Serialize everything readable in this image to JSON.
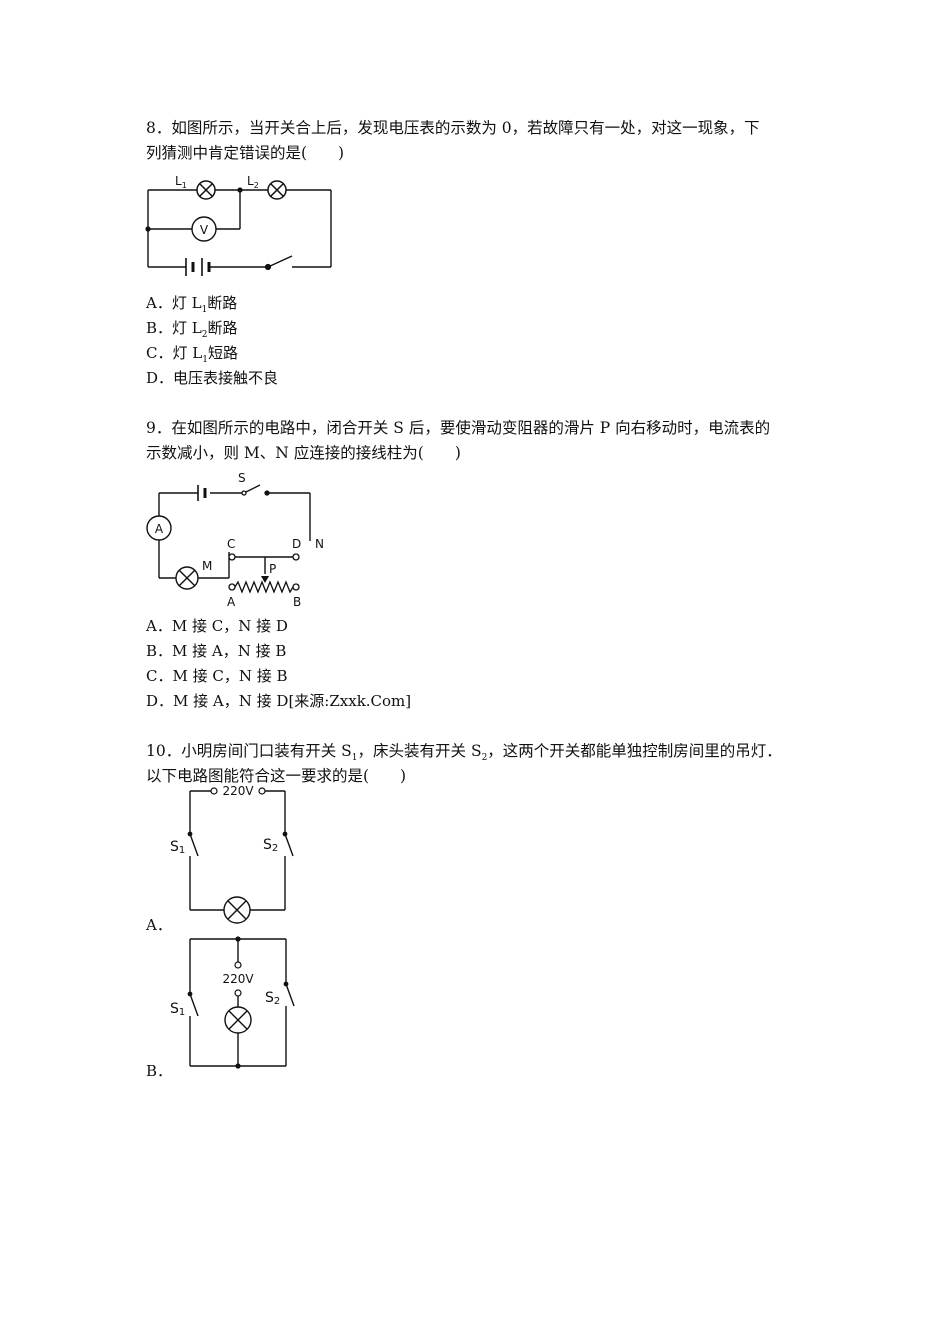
{
  "q8": {
    "line1": "8．如图所示，当开关合上后，发现电压表的示数为 0，若故障只有一处，对这一现象，下",
    "line2": "列猜测中肯定错误的是(　　)",
    "fig": {
      "l1": "L",
      "l1_sub": "1",
      "l2": "L",
      "l2_sub": "2",
      "v": "V"
    },
    "options": {
      "a_pre": "A．灯 L",
      "a_sub": "1",
      "a_post": "断路",
      "b_pre": "B．灯 L",
      "b_sub": "2",
      "b_post": "断路",
      "c_pre": "C．灯 L",
      "c_sub": "1",
      "c_post": "短路",
      "d": "D．电压表接触不良"
    }
  },
  "q9": {
    "line1": "9．在如图所示的电路中，闭合开关 S 后，要使滑动变阻器的滑片 P 向右移动时，电流表的",
    "line2": "示数减小，则 M、N 应连接的接线柱为(　　)",
    "fig": {
      "s": "S",
      "a_meter": "A",
      "m": "M",
      "n": "N",
      "c": "C",
      "d": "D",
      "p": "P",
      "a": "A",
      "b": "B"
    },
    "options": {
      "a": "A．M 接 C，N 接 D",
      "b": "B．M 接 A，N 接 B",
      "c": "C．M 接 C，N 接 B",
      "d": "D．M 接 A，N 接 D[来源:Zxxk.Com]"
    }
  },
  "q10": {
    "line1_pre": "10．小明房间门口装有开关 S",
    "line1_sub1": "1",
    "line1_mid": "，床头装有开关 S",
    "line1_sub2": "2",
    "line1_post": "，这两个开关都能单独控制房间里的吊灯．",
    "line2": "以下电路图能符合这一要求的是(　　)",
    "fig_a": {
      "voltage": "220V",
      "s1": "S",
      "s1_sub": "1",
      "s2": "S",
      "s2_sub": "2"
    },
    "fig_b": {
      "voltage": "220V",
      "s1": "S",
      "s1_sub": "1",
      "s2": "S",
      "s2_sub": "2"
    },
    "options": {
      "a": "A．",
      "b": "B．"
    }
  }
}
